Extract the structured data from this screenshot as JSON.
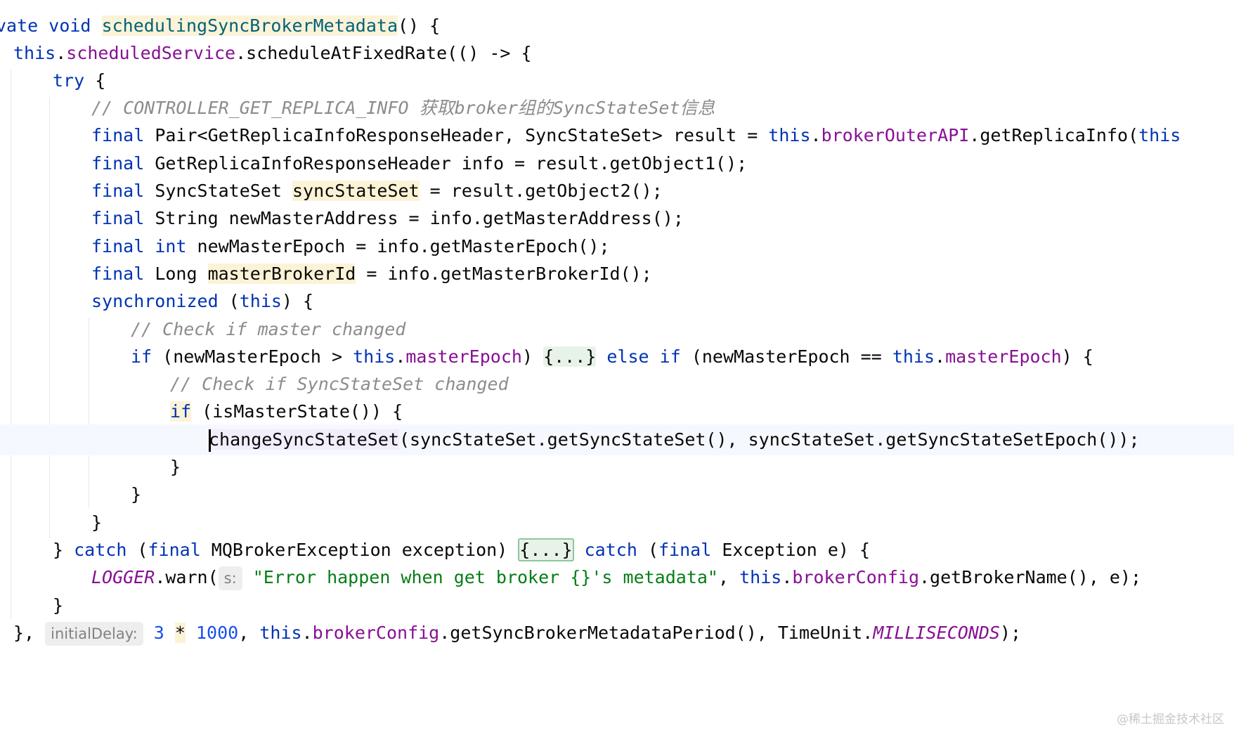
{
  "code": {
    "l1": {
      "kw1": "vate",
      "kw2": "void",
      "method": "schedulingSyncBrokerMetadata",
      "rest": "() {"
    },
    "l2": {
      "this": "this",
      "field": "scheduledService",
      "rest": ".scheduleAtFixedRate(() -> {"
    },
    "l3": {
      "kw": "try",
      "rest": " {"
    },
    "l4": {
      "comment": "// CONTROLLER_GET_REPLICA_INFO 获取broker组的SyncStateSet信息"
    },
    "l5": {
      "kw": "final",
      "type": " Pair<GetReplicaInfoResponseHeader, SyncStateSet> result = ",
      "this": "this",
      "field": "brokerOuterAPI",
      "rest": ".getReplicaInfo(",
      "this2": "this"
    },
    "l6": {
      "kw": "final",
      "rest": " GetReplicaInfoResponseHeader info = result.getObject1();"
    },
    "l7": {
      "kw": "final",
      "type": " SyncStateSet ",
      "var": "syncStateSet",
      "rest": " = result.getObject2();"
    },
    "l8": {
      "kw": "final",
      "rest": " String newMasterAddress = info.getMasterAddress();"
    },
    "l9": {
      "kw": "final",
      "kw2": "int",
      "rest": " newMasterEpoch = info.getMasterEpoch();"
    },
    "l10": {
      "kw": "final",
      "type": " Long ",
      "var": "masterBrokerId",
      "rest": " = info.getMasterBrokerId();"
    },
    "l11": {
      "kw": "synchronized",
      "open": " (",
      "this": "this",
      "rest": ") {"
    },
    "l12": {
      "comment": "// Check if master changed"
    },
    "l13": {
      "kw": "if",
      "p1": " (newMasterEpoch > ",
      "this": "this",
      "field": "masterEpoch",
      "p2": ") ",
      "fold": "{...}",
      "p3": " ",
      "kw2": "else",
      "p4": " ",
      "kw3": "if",
      "p5": " (newMasterEpoch == ",
      "this2": "this",
      "field2": "masterEpoch",
      "p6": ") {"
    },
    "l14": {
      "comment": "// Check if SyncStateSet changed"
    },
    "l15": {
      "kw": "if",
      "rest": " (isMasterState()) {"
    },
    "l16": {
      "method": "changeSyncStateSet",
      "rest": "(syncStateSet.getSyncStateSet(), syncStateSet.getSyncStateSetEpoch());"
    },
    "l17": {
      "rest": "}"
    },
    "l18": {
      "rest": "}"
    },
    "l19": {
      "rest": "}"
    },
    "l20": {
      "p1": "} ",
      "kw": "catch",
      "p2": " (",
      "kw2": "final",
      "p3": " MQBrokerException exception) ",
      "fold": "{...}",
      "p4": " ",
      "kw3": "catch",
      "p5": " (",
      "kw4": "final",
      "p6": " Exception e) {"
    },
    "l21": {
      "logger": "LOGGER",
      "p1": ".warn(",
      "hint": "s:",
      "str": "\"Error happen when get broker {}'s metadata\"",
      "p2": ", ",
      "this": "this",
      "field": "brokerConfig",
      "p3": ".getBrokerName(), e);"
    },
    "l22": {
      "rest": "}"
    },
    "l23": {
      "p1": "}, ",
      "hint": "initialDelay:",
      "num1": "3",
      "star": "*",
      "num2": "1000",
      "p2": ", ",
      "this": "this",
      "field": "brokerConfig",
      "p3": ".getSyncBrokerMetadataPeriod(), TimeUnit.",
      "const": "MILLISECONDS",
      "p4": ");"
    }
  },
  "watermark": "@稀土掘金技术社区"
}
